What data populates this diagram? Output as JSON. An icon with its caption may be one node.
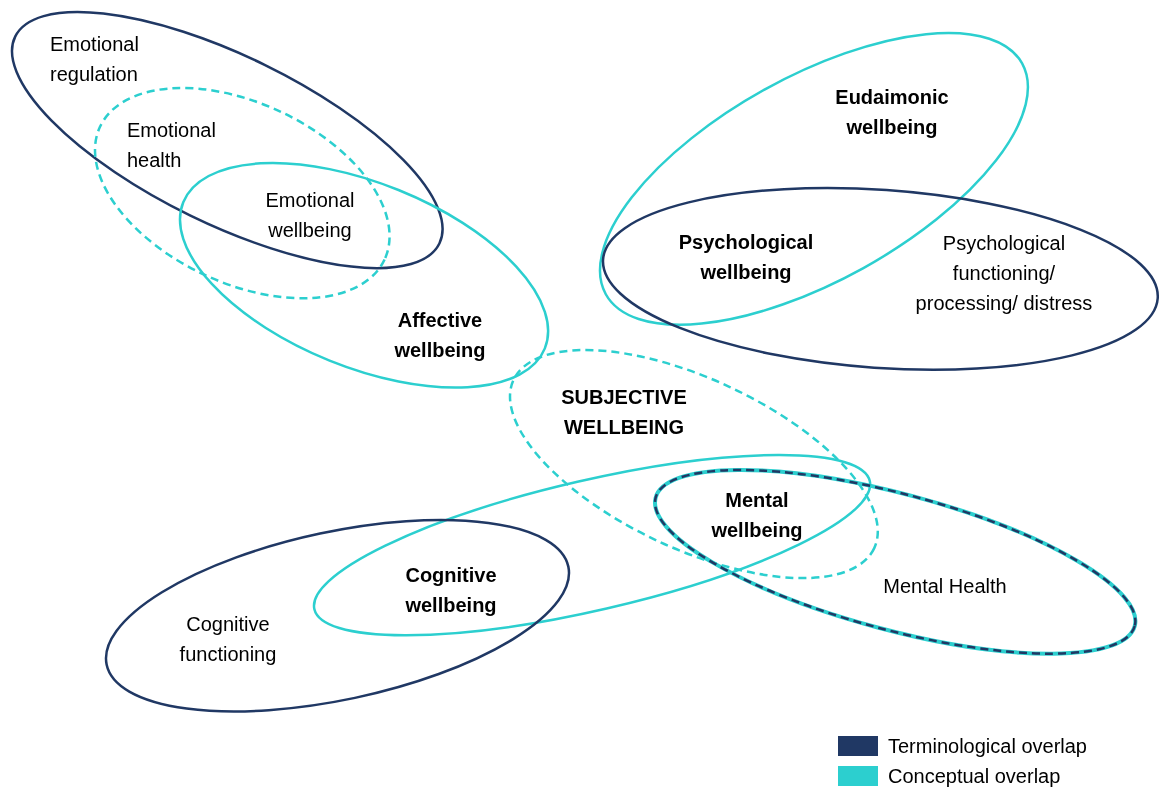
{
  "diagram": {
    "nodes": [
      {
        "text": [
          "Emotional regulation"
        ]
      },
      {
        "text": [
          "Emotional health"
        ]
      },
      {
        "text": [
          "Eudaimonic wellbeing"
        ]
      },
      {
        "text": [
          "Psychological functioning/ processing/ distress"
        ]
      },
      {
        "text": [
          "Affective wellbeing"
        ]
      },
      {
        "text": [
          "SUBJECTIVE WELLBEING"
        ]
      },
      {
        "text": [],
        "shape": "ellipse"
      },
      {
        "text": [
          "Mental Health"
        ]
      },
      {
        "text": [
          "Cognitive functioning"
        ]
      }
    ],
    "labels": [
      "Emotional wellbeing",
      "Psychological wellbeing",
      "Mental wellbeing",
      "Cognitive wellbeing"
    ],
    "legend": [
      {
        "text": "Terminological overlap",
        "color": "#203864"
      },
      {
        "text": "Conceptual overlap",
        "color": "#2ccfcf"
      }
    ]
  }
}
